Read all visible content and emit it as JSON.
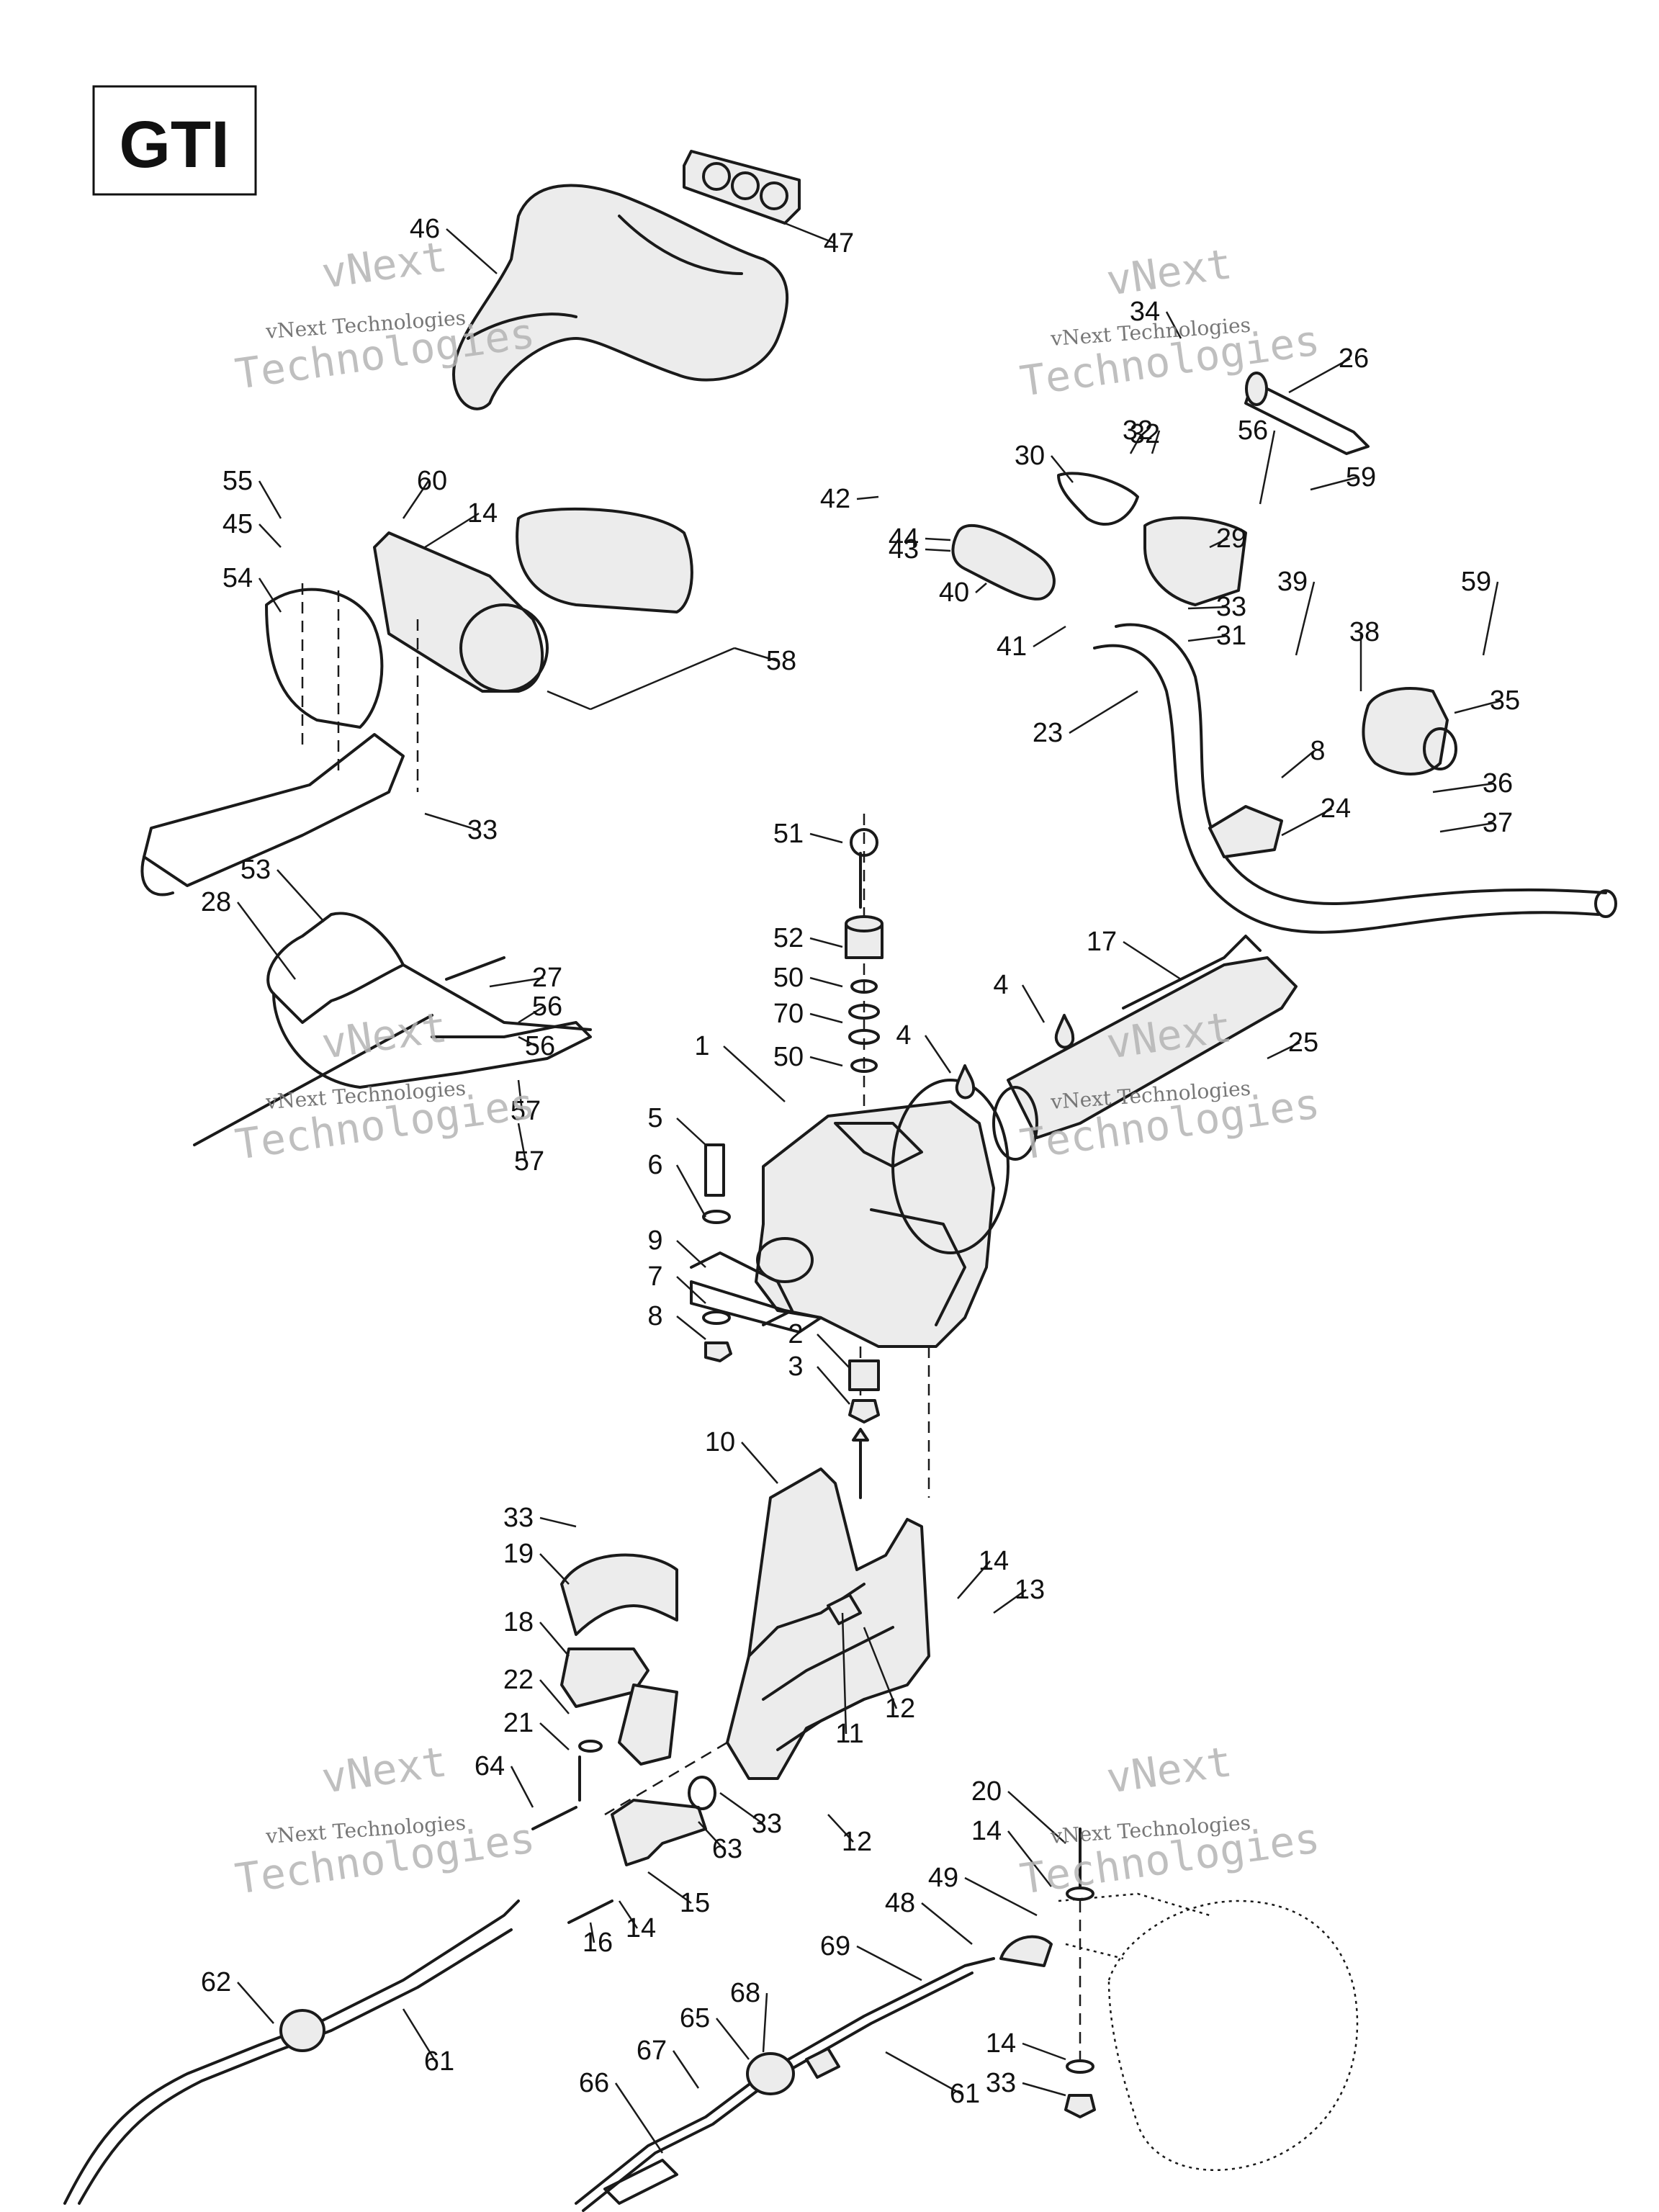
{
  "title": "GTI",
  "watermark": {
    "brand": "vNext",
    "line1": "vNext Technologies",
    "line2": "Technologies"
  },
  "callouts": [
    "46",
    "47",
    "34",
    "26",
    "55",
    "60",
    "45",
    "14",
    "54",
    "58",
    "33",
    "42",
    "44",
    "43",
    "30",
    "32",
    "56",
    "59",
    "29",
    "40",
    "41",
    "33",
    "31",
    "39",
    "38",
    "59",
    "35",
    "23",
    "8",
    "24",
    "36",
    "37",
    "53",
    "28",
    "27",
    "56",
    "57",
    "56",
    "57",
    "51",
    "52",
    "50",
    "70",
    "50",
    "1",
    "4",
    "4",
    "17",
    "25",
    "5",
    "6",
    "9",
    "7",
    "8",
    "2",
    "3",
    "10",
    "33",
    "19",
    "18",
    "22",
    "21",
    "64",
    "14",
    "13",
    "11",
    "12",
    "12",
    "33",
    "63",
    "15",
    "16",
    "14",
    "20",
    "14",
    "49",
    "48",
    "69",
    "62",
    "61",
    "68",
    "65",
    "67",
    "66",
    "61",
    "14",
    "33",
    "32"
  ]
}
